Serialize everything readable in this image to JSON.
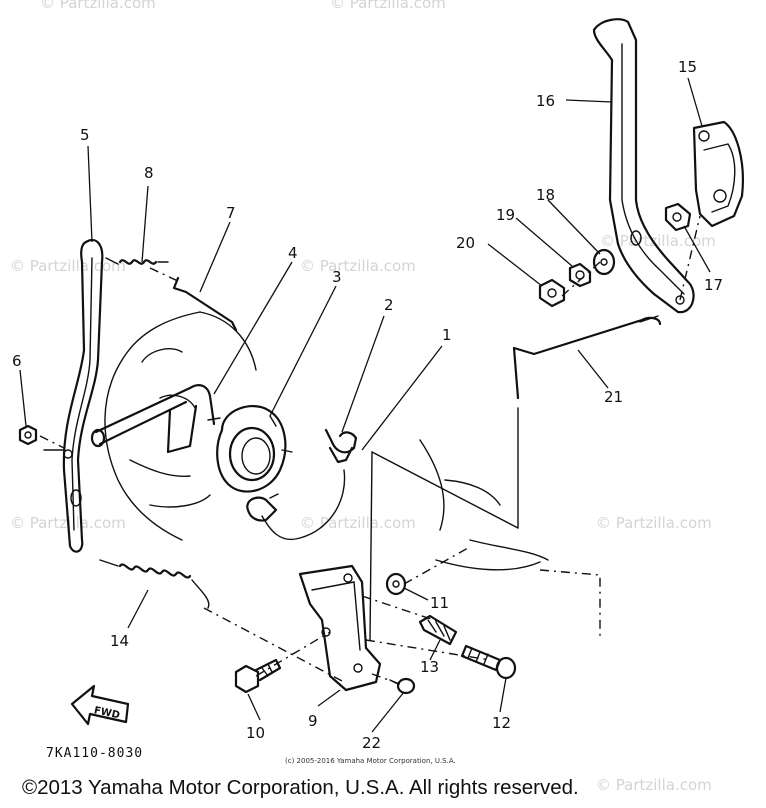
{
  "watermark": "© Partzilla.com",
  "diagram_code": "7KA110-8030",
  "fwd_label": "FWD",
  "footer": {
    "small_notice": "(c) 2005-2016 Yamaha Motor Corporation, U.S.A.",
    "copyright": "©2013 Yamaha Motor Corporation, U.S.A. All rights reserved."
  },
  "callouts": [
    "1",
    "2",
    "3",
    "4",
    "5",
    "6",
    "7",
    "8",
    "9",
    "10",
    "11",
    "12",
    "13",
    "14",
    "15",
    "16",
    "17",
    "18",
    "19",
    "20",
    "21",
    "22"
  ]
}
